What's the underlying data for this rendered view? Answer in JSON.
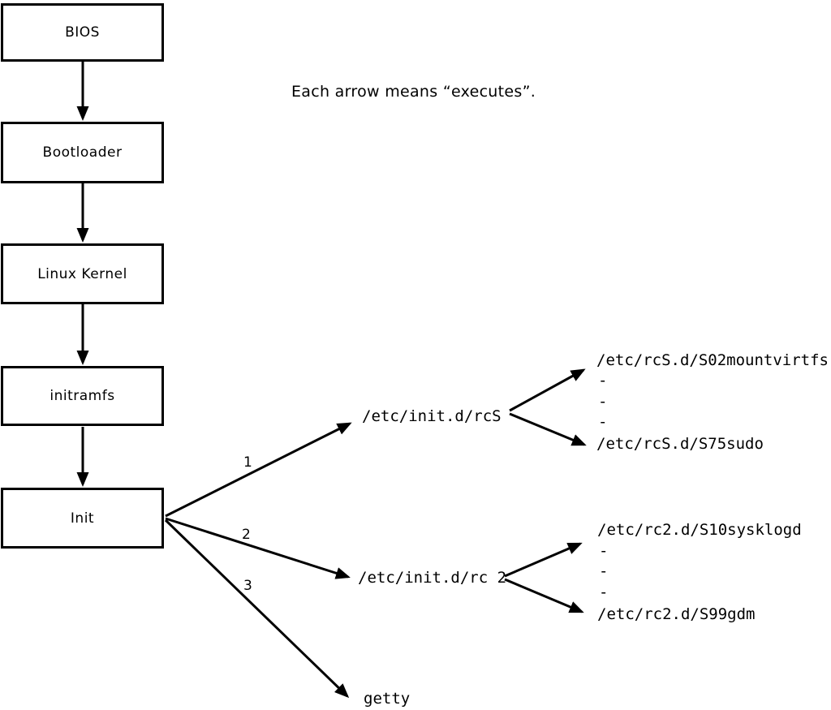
{
  "note": "Each arrow means “executes”.",
  "chain": [
    {
      "label": "BIOS"
    },
    {
      "label": "Bootloader"
    },
    {
      "label": "Linux Kernel"
    },
    {
      "label": "initramfs"
    },
    {
      "label": "Init"
    }
  ],
  "branches": [
    {
      "number": "1",
      "target": "/etc/init.d/rcS"
    },
    {
      "number": "2",
      "target": "/etc/init.d/rc 2"
    },
    {
      "number": "3",
      "target": "getty"
    }
  ],
  "fanouts": [
    {
      "first": "/etc/rcS.d/S02mountvirtfs",
      "ellipsis": [
        "-",
        "-",
        "-"
      ],
      "last": "/etc/rcS.d/S75sudo"
    },
    {
      "first": "/etc/rc2.d/S10sysklogd",
      "ellipsis": [
        "-",
        "-",
        "-"
      ],
      "last": "/etc/rc2.d/S99gdm"
    }
  ],
  "colors": {
    "line": "#000000",
    "box_background": "#ffffff",
    "text": "#000000"
  }
}
